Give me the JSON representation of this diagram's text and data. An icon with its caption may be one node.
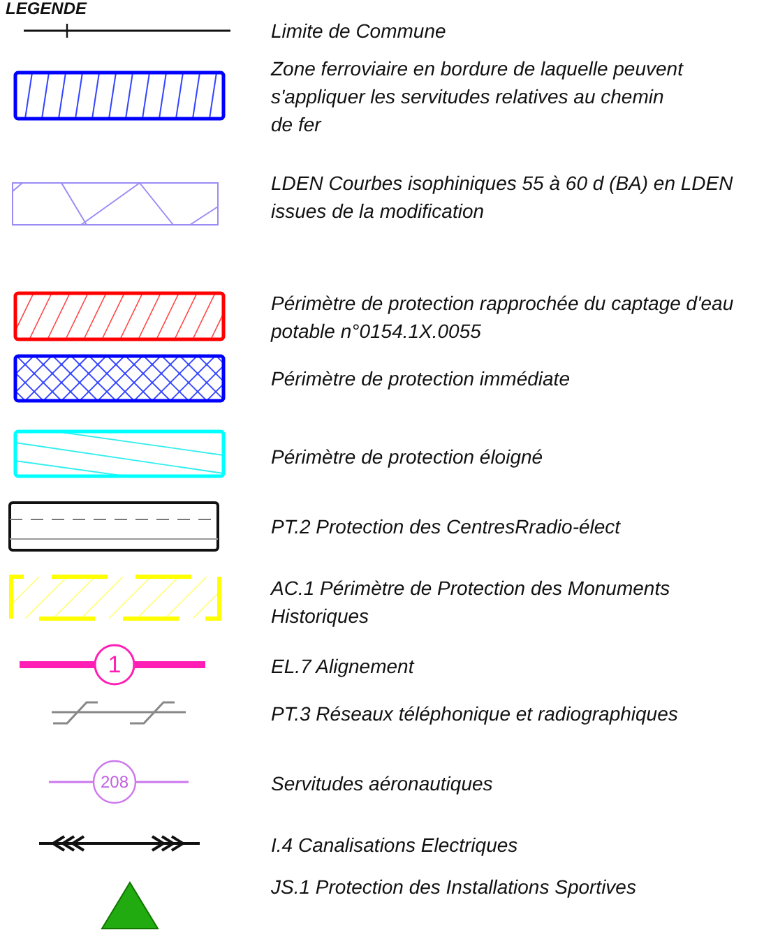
{
  "diagram": {
    "title": "LEGENDE",
    "legend": [
      {
        "text": "Limite de Commune"
      },
      {
        "text": "Zone ferroviaire en bordure de laquelle peuvent s'appliquer les servitudes relatives au chemin de fer"
      },
      {
        "text": "LDEN Courbes isophiniques 55 à 60 d (BA) en LDEN issues de la modification"
      },
      {
        "text": "Périmètre de protection rapprochée du captage d'eau potable n°0154.1X.0055"
      },
      {
        "text": "Périmètre de protection immédiate"
      },
      {
        "text": "Périmètre de protection éloigné"
      },
      {
        "text": "PT.2 Protection des CentresRradio-élect"
      },
      {
        "text": "AC.1 Périmètre de Protection des Monuments Historiques"
      },
      {
        "text": "EL.7 Alignement"
      },
      {
        "text": "PT.3 Réseaux téléphonique et radiographiques"
      },
      {
        "text": "Servitudes aéronautiques"
      },
      {
        "text": "I.4 Canalisations Electriques"
      },
      {
        "text": "JS.1 Protection des Installations Sportives"
      }
    ],
    "labels": [
      "1",
      "208"
    ]
  }
}
